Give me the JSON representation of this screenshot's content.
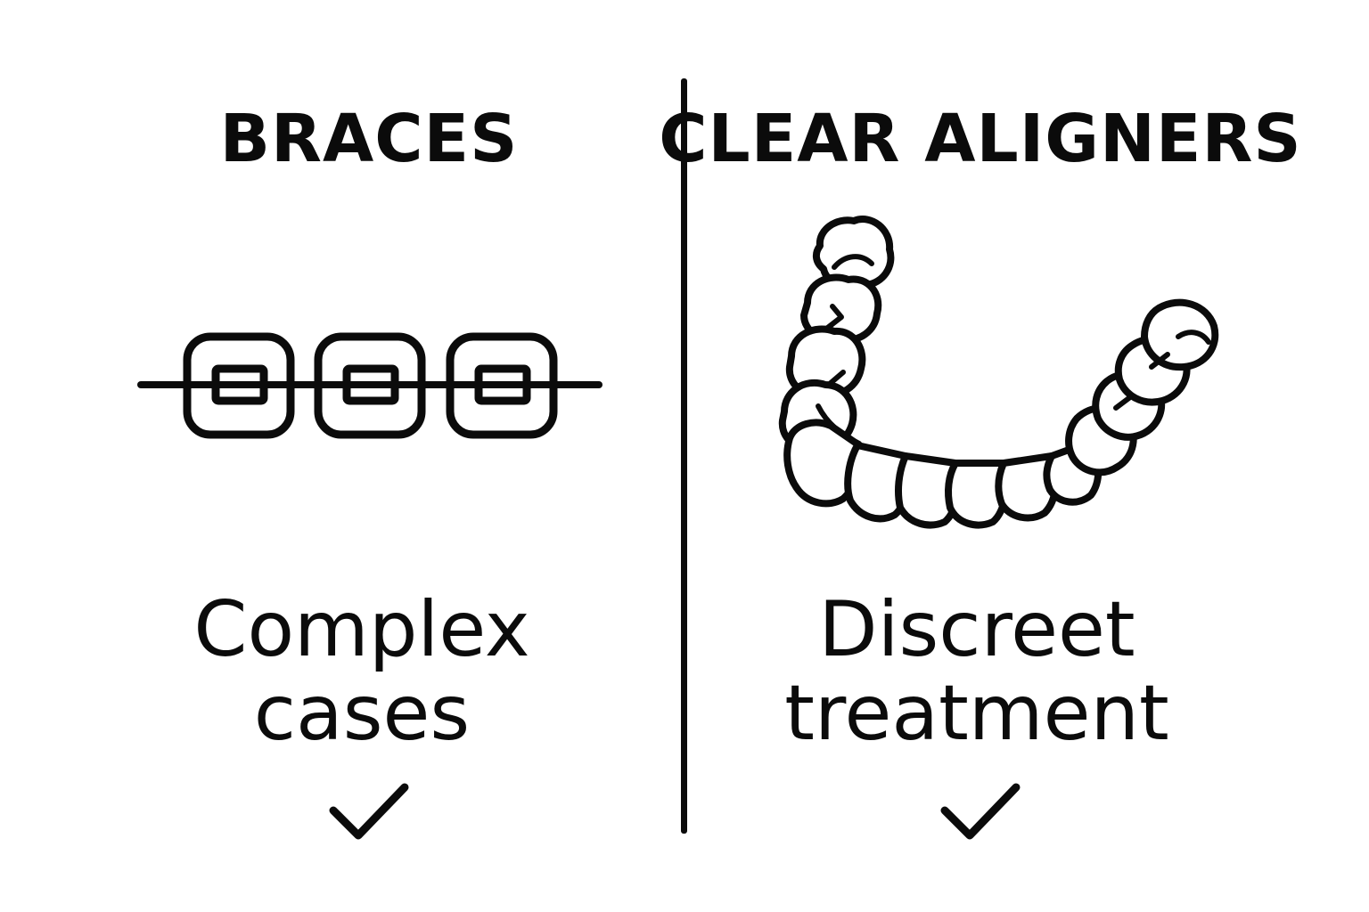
{
  "left": {
    "title": "BRACES",
    "caption_line1": "Complex",
    "caption_line2": "cases",
    "icon": "braces-icon",
    "check_icon": "checkmark-icon"
  },
  "right": {
    "title": "CLEAR ALIGNERS",
    "caption_line1": "Discreet",
    "caption_line2": "treatment",
    "icon": "clear-aligner-icon",
    "check_icon": "checkmark-icon"
  },
  "colors": {
    "ink": "#0b0b0b",
    "background": "#ffffff"
  }
}
